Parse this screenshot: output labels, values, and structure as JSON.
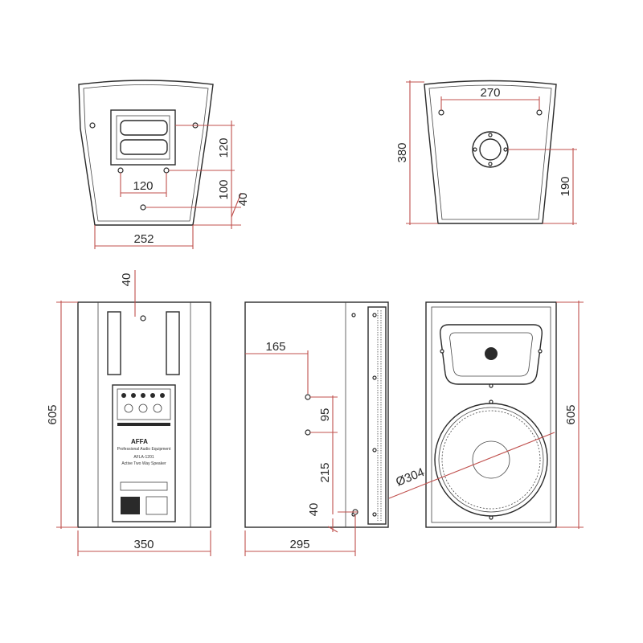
{
  "dimensions": {
    "top_width": "252",
    "top_handle_spacing": "120",
    "top_handle_height": "120",
    "top_mount_offset": "100",
    "top_edge_offset": "40",
    "bottom_height": "380",
    "bottom_pole_spacing": "270",
    "bottom_pole_height": "190",
    "rear_top_offset": "40",
    "rear_height": "605",
    "rear_width": "350",
    "side_mount_depth": "165",
    "side_spacing_1": "95",
    "side_spacing_2": "215",
    "side_bottom_offset": "40",
    "side_depth": "295",
    "front_height": "605",
    "woofer_diameter": "Ø304"
  },
  "panel": {
    "brand": "AFFA",
    "tagline": "Professional Audio Equipment",
    "model": "AFLA-1201",
    "description": "Active Two Way Speaker"
  },
  "colors": {
    "dimension_line": "#c0504d",
    "outline": "#2a2a2a"
  }
}
